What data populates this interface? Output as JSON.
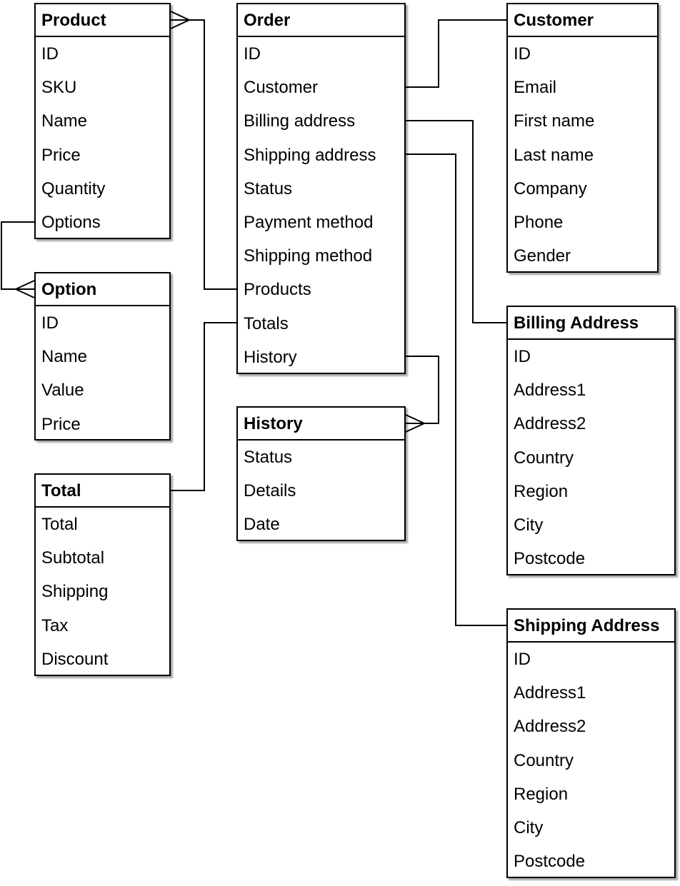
{
  "entities": {
    "product": {
      "title": "Product",
      "fields": [
        "ID",
        "SKU",
        "Name",
        "Price",
        "Quantity",
        "Options"
      ]
    },
    "order": {
      "title": "Order",
      "fields": [
        "ID",
        "Customer",
        "Billing address",
        "Shipping address",
        "Status",
        "Payment method",
        "Shipping method",
        "Products",
        "Totals",
        "History"
      ]
    },
    "customer": {
      "title": "Customer",
      "fields": [
        "ID",
        "Email",
        "First name",
        "Last name",
        "Company",
        "Phone",
        "Gender"
      ]
    },
    "option": {
      "title": "Option",
      "fields": [
        "ID",
        "Name",
        "Value",
        "Price"
      ]
    },
    "history": {
      "title": "History",
      "fields": [
        "Status",
        "Details",
        "Date"
      ]
    },
    "total": {
      "title": "Total",
      "fields": [
        "Total",
        "Subtotal",
        "Shipping",
        "Tax",
        "Discount"
      ]
    },
    "billing_address": {
      "title": "Billing Address",
      "fields": [
        "ID",
        "Address1",
        "Address2",
        "Country",
        "Region",
        "City",
        "Postcode"
      ]
    },
    "shipping_address": {
      "title": "Shipping Address",
      "fields": [
        "ID",
        "Address1",
        "Address2",
        "Country",
        "Region",
        "City",
        "Postcode"
      ]
    }
  }
}
